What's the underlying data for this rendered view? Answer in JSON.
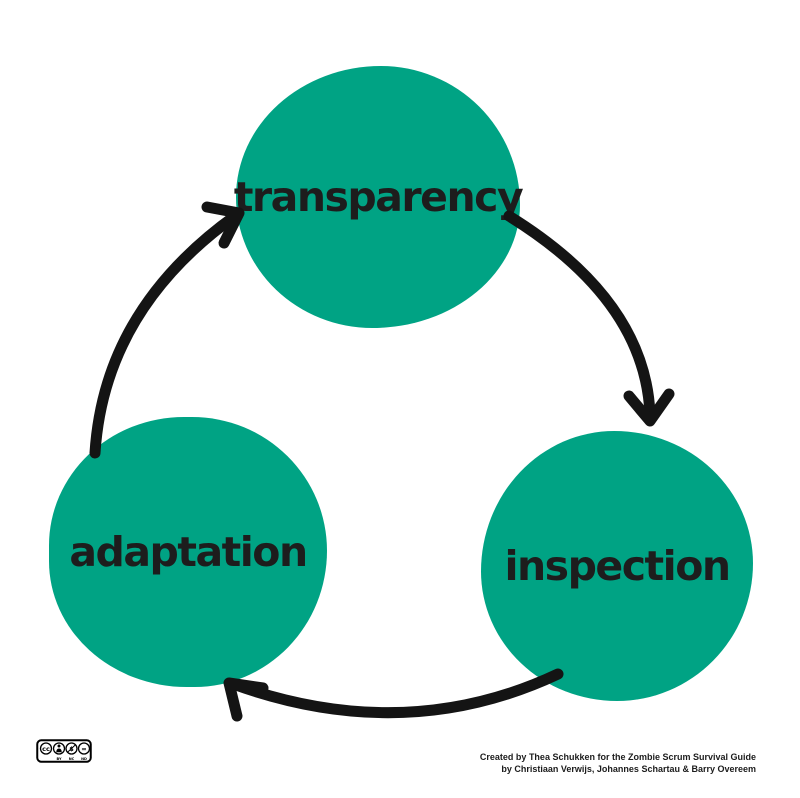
{
  "diagram": {
    "type": "cycle",
    "nodes": [
      {
        "id": "transparency",
        "label": "transparency"
      },
      {
        "id": "inspection",
        "label": "inspection"
      },
      {
        "id": "adaptation",
        "label": "adaptation"
      }
    ],
    "edges": [
      {
        "from": "transparency",
        "to": "inspection"
      },
      {
        "from": "inspection",
        "to": "adaptation"
      },
      {
        "from": "adaptation",
        "to": "transparency"
      }
    ]
  },
  "colors": {
    "node_fill": "#00a384",
    "arrow": "#141414",
    "text": "#1d1d1d",
    "background": "#ffffff"
  },
  "license": {
    "cc_text": "cc",
    "nc_symbol": "$",
    "nd_symbol": "=",
    "labels": [
      "BY",
      "NC",
      "ND"
    ]
  },
  "attribution": {
    "line1": "Created by Thea Schukken for the Zombie Scrum Survival Guide",
    "line2": "by Christiaan Verwijs, Johannes Schartau & Barry Overeem"
  }
}
